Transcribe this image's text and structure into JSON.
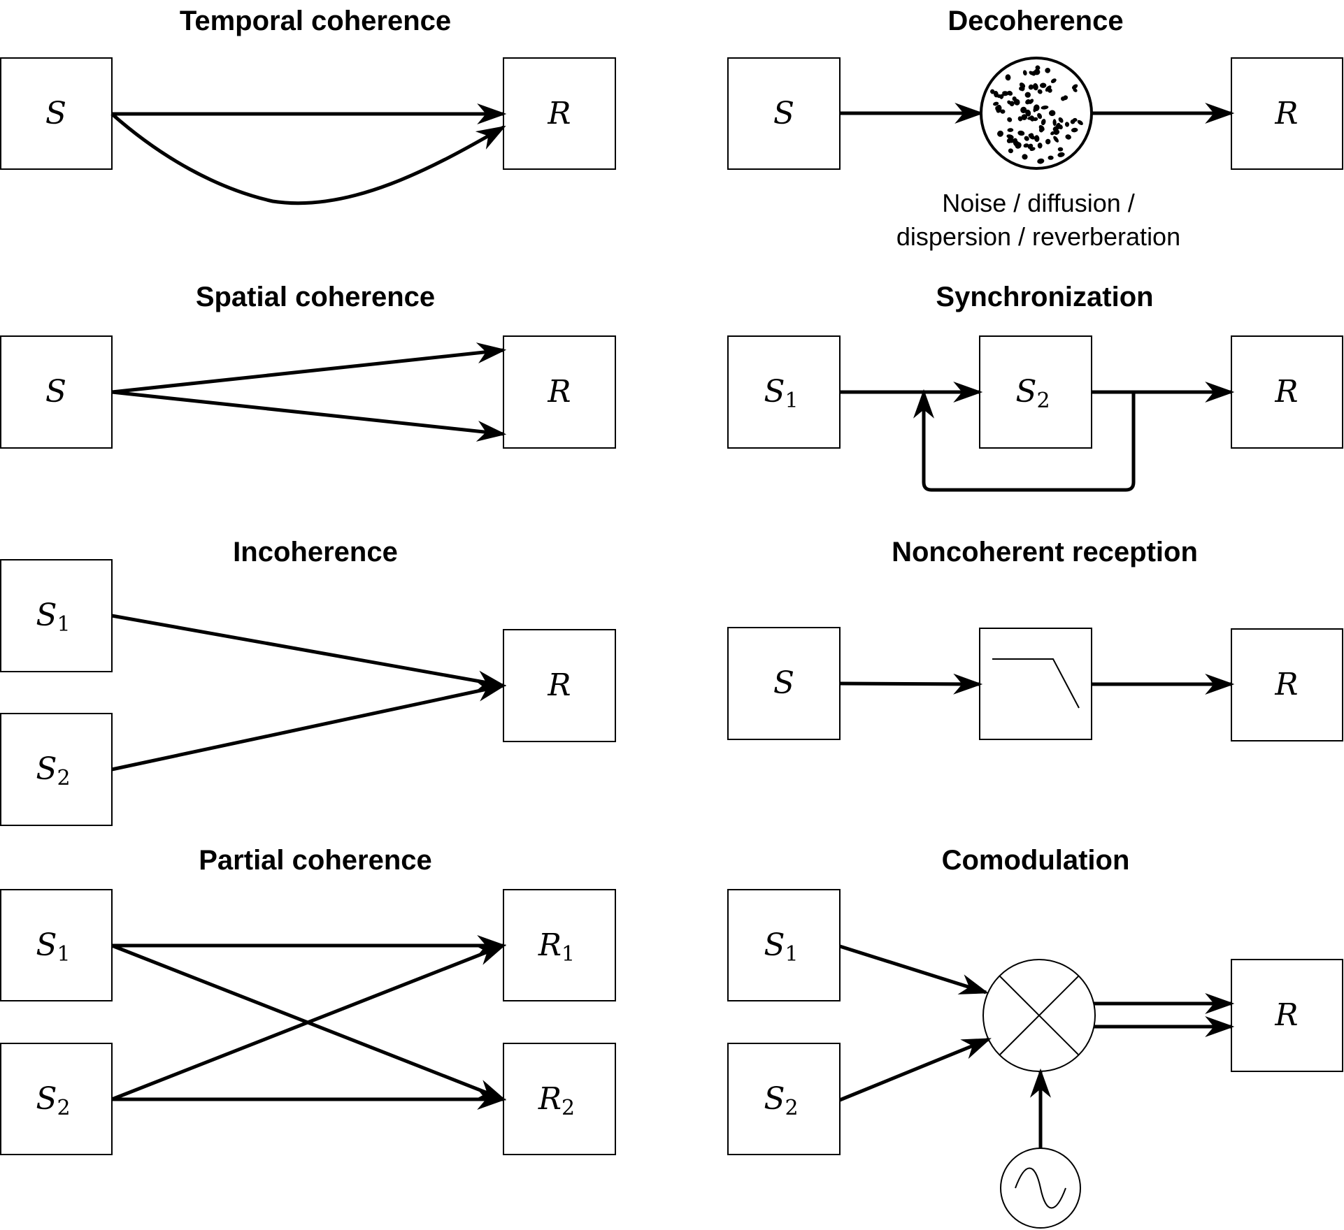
{
  "panels": {
    "temporal": {
      "title": "Temporal coherence",
      "source": "S",
      "receiver": "R"
    },
    "decoherence": {
      "title": "Decoherence",
      "source": "S",
      "receiver": "R",
      "caption_line1": "Noise / diffusion /",
      "caption_line2": "dispersion / reverberation"
    },
    "spatial": {
      "title": "Spatial coherence",
      "source": "S",
      "receiver": "R"
    },
    "sync": {
      "title": "Synchronization",
      "source1": "S",
      "source1_sub": "1",
      "source2": "S",
      "source2_sub": "2",
      "receiver": "R"
    },
    "incoherence": {
      "title": "Incoherence",
      "source1": "S",
      "source1_sub": "1",
      "source2": "S",
      "source2_sub": "2",
      "receiver": "R"
    },
    "noncoherent": {
      "title": "Noncoherent reception",
      "source": "S",
      "receiver": "R"
    },
    "partial": {
      "title": "Partial coherence",
      "source1": "S",
      "source1_sub": "1",
      "source2": "S",
      "source2_sub": "2",
      "receiver1": "R",
      "receiver1_sub": "1",
      "receiver2": "R",
      "receiver2_sub": "2"
    },
    "comodulation": {
      "title": "Comodulation",
      "source1": "S",
      "source1_sub": "1",
      "source2": "S",
      "source2_sub": "2",
      "receiver": "R"
    }
  },
  "icons": {
    "diffuser": "noise-diffuser-icon",
    "filter": "lowpass-filter-icon",
    "mixer": "mixer-icon",
    "oscillator": "oscillator-icon"
  }
}
